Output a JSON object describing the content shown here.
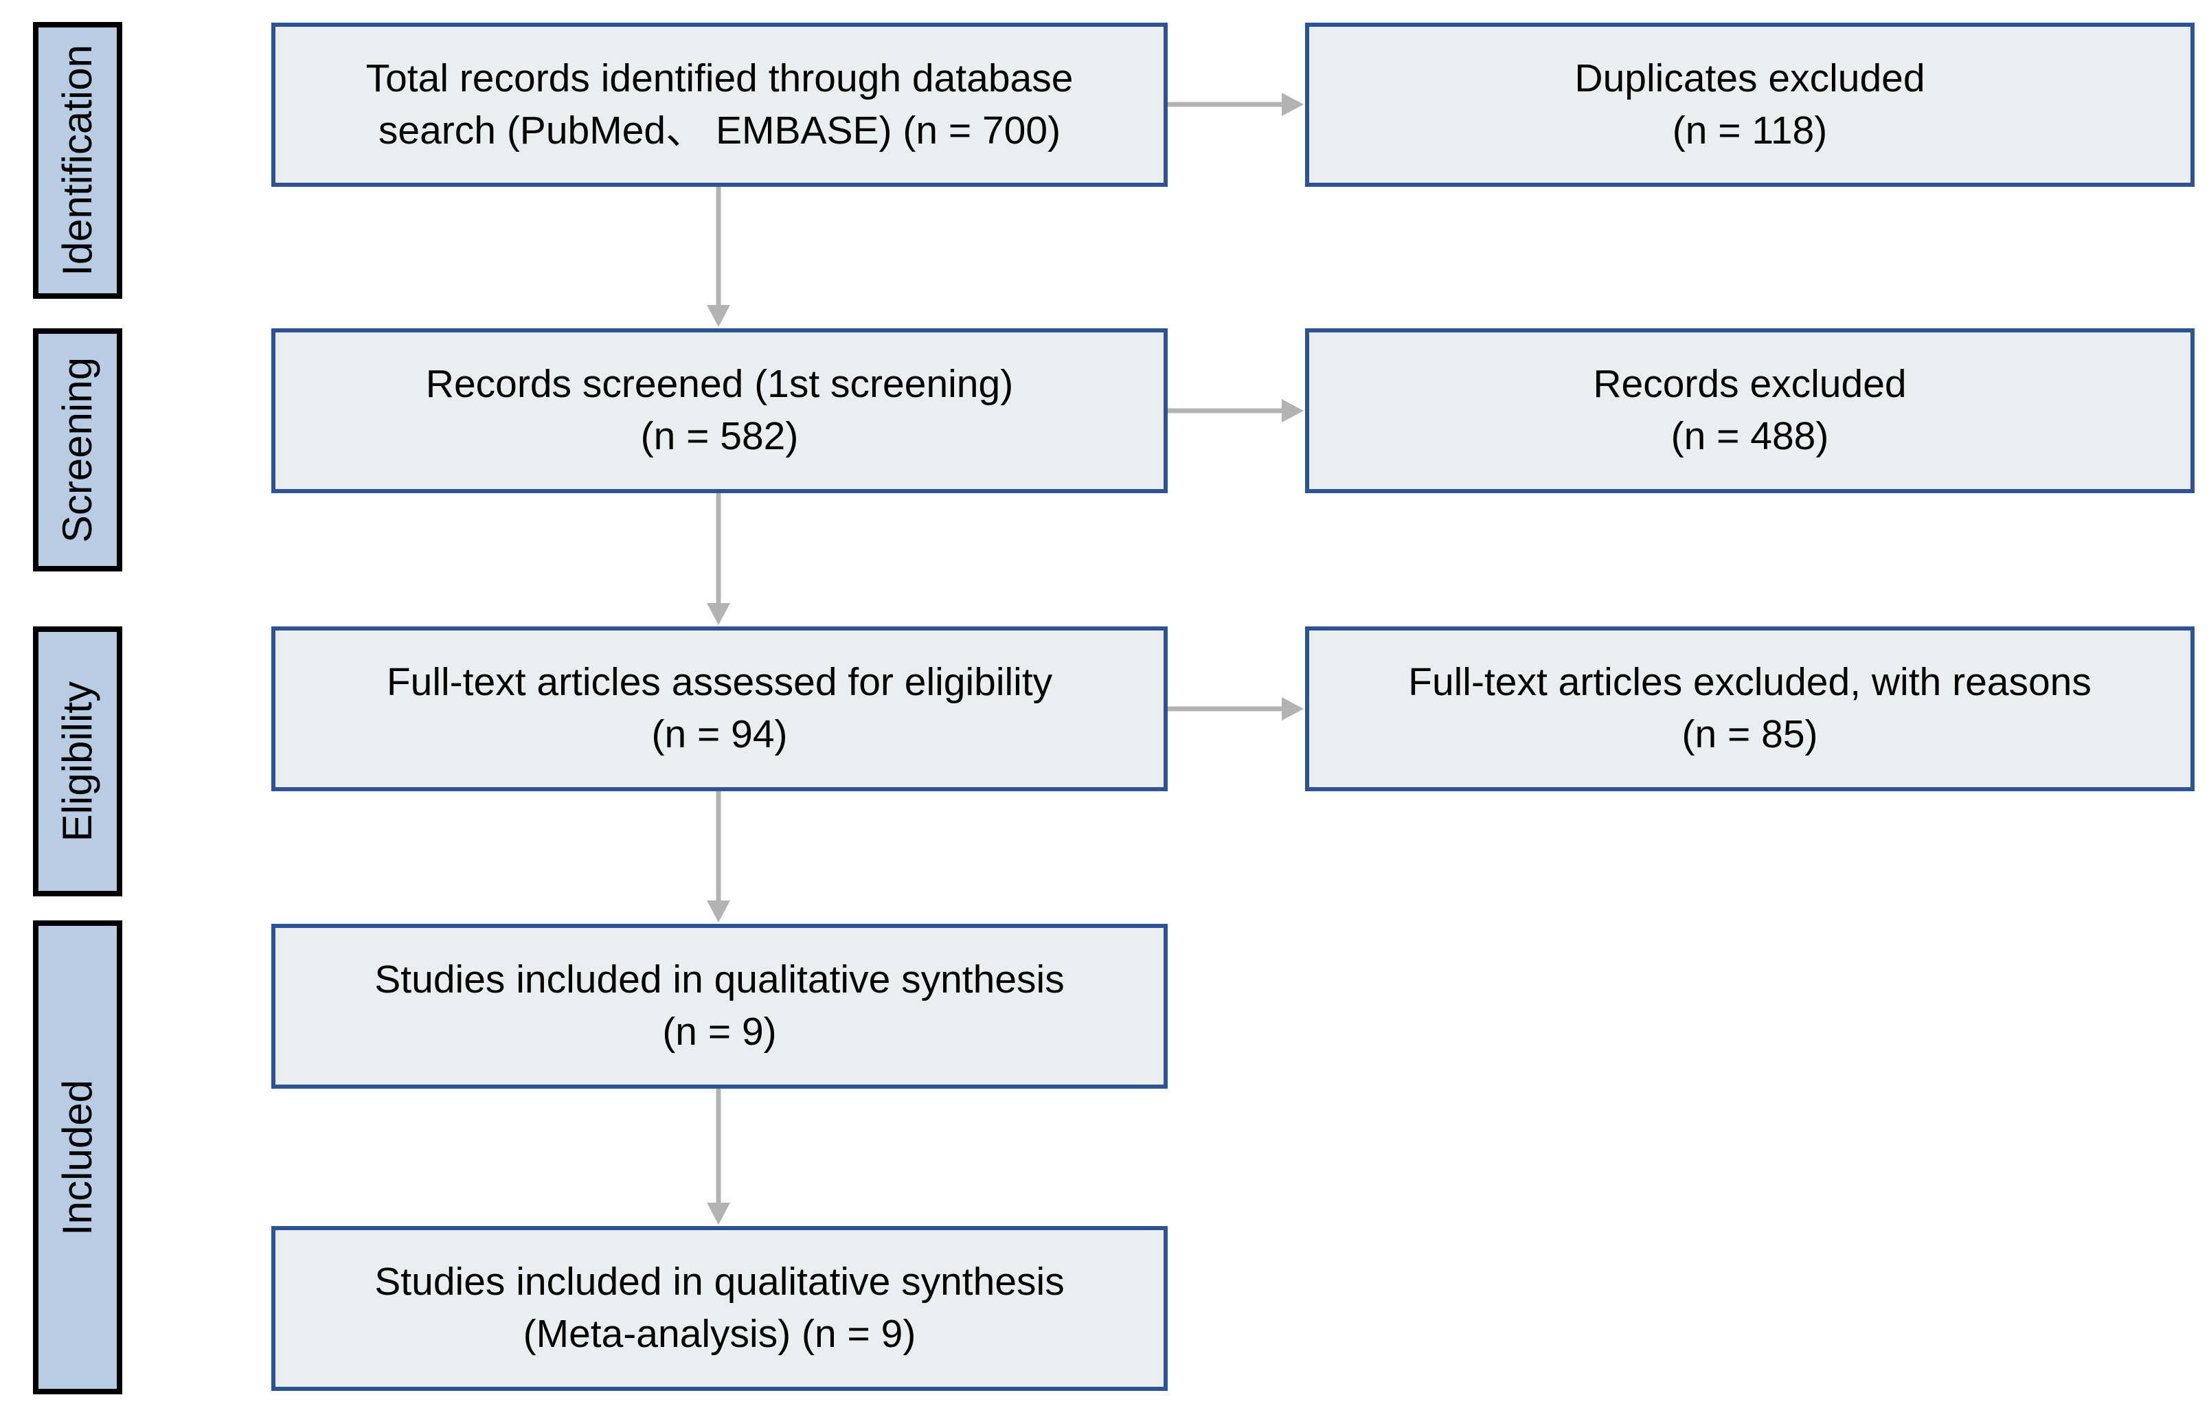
{
  "diagram": {
    "title": "PRISMA flow diagram",
    "colors": {
      "stage_fill": "#b8cce4",
      "stage_border": "#000000",
      "box_fill": "#eaeeef",
      "box_border": "#2e5395",
      "arrow": "#b3b3b3",
      "page_background": "#ffffff",
      "text": "#000000"
    },
    "stages": [
      {
        "id": "identification",
        "label": "Identification"
      },
      {
        "id": "screening",
        "label": "Screening"
      },
      {
        "id": "eligibility",
        "label": "Eligibility"
      },
      {
        "id": "included",
        "label": "Included"
      }
    ],
    "main_boxes": [
      {
        "id": "records-identified",
        "line1": "Total records identified through database",
        "line2": "search (PubMed、 EMBASE) (n = 700)",
        "text": "Total records identified through database\nsearch (PubMed、 EMBASE) (n = 700)",
        "count": 700
      },
      {
        "id": "records-screened",
        "line1": "Records screened (1st screening)",
        "line2": "(n = 582)",
        "text": "Records screened (1st screening)\n(n = 582)",
        "count": 582
      },
      {
        "id": "fulltext-assessed",
        "line1": "Full-text articles assessed for eligibility",
        "line2": "(n = 94)",
        "text": "Full-text articles assessed for eligibility\n(n = 94)",
        "count": 94
      },
      {
        "id": "qualitative-synthesis",
        "line1": "Studies included in qualitative synthesis",
        "line2": "(n = 9)",
        "text": "Studies included in qualitative synthesis\n(n = 9)",
        "count": 9
      },
      {
        "id": "meta-analysis",
        "line1": "Studies included in qualitative synthesis",
        "line2": "(Meta-analysis) (n = 9)",
        "text": "Studies included in qualitative synthesis\n(Meta-analysis) (n = 9)",
        "count": 9
      }
    ],
    "exclusion_boxes": [
      {
        "id": "duplicates-excluded",
        "line1": "Duplicates excluded",
        "line2": "(n = 118)",
        "text": "Duplicates excluded\n(n = 118)",
        "count": 118
      },
      {
        "id": "records-excluded",
        "line1": "Records excluded",
        "line2": "(n = 488)",
        "text": "Records excluded\n(n = 488)",
        "count": 488
      },
      {
        "id": "fulltext-excluded",
        "line1": "Full-text articles excluded, with reasons",
        "line2": "(n = 85)",
        "text": "Full-text articles excluded, with reasons\n(n = 85)",
        "count": 85
      }
    ]
  }
}
